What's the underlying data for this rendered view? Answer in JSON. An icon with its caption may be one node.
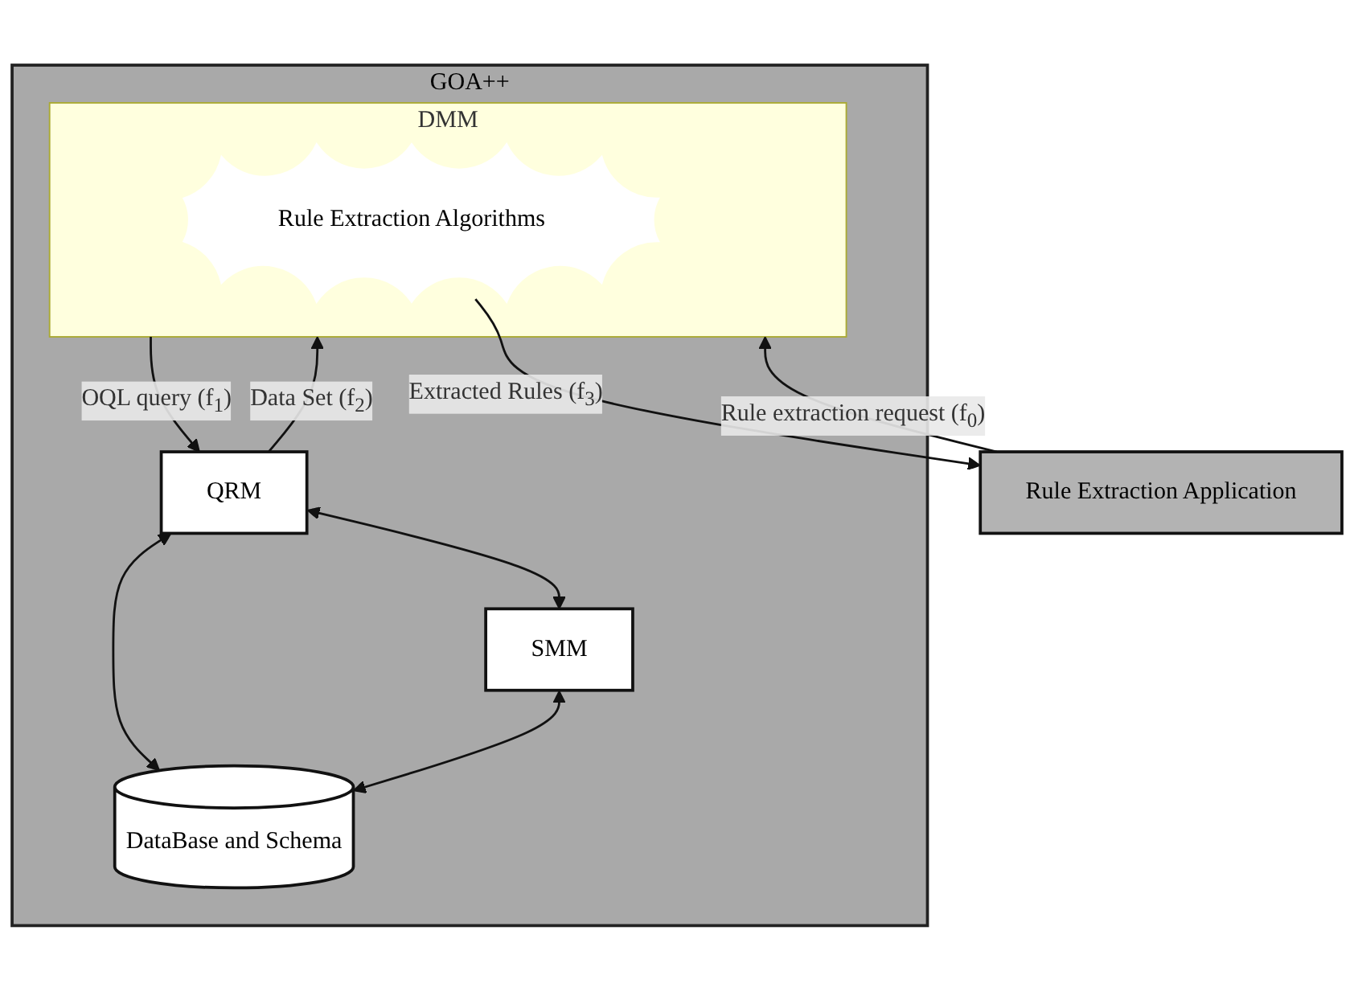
{
  "diagram": {
    "nodes": [
      {
        "text": [
          "GOA++"
        ]
      },
      {
        "text": [
          "DMM"
        ],
        "in": 0
      },
      {
        "text": [
          "Rule Extraction Algorithms"
        ],
        "in": 1
      },
      {
        "text": [
          "QRM"
        ],
        "in": 0
      },
      {
        "text": [
          "SMM"
        ],
        "in": 0
      },
      {
        "text": [
          "DataBase and Schema"
        ],
        "in": 0
      },
      {
        "text": [
          "Rule Extraction Application"
        ]
      }
    ],
    "edges": [
      {
        "from": 1,
        "to": 3,
        "arrow": "to",
        "label": "OQL query (f$_{1}$)"
      },
      {
        "from": 3,
        "to": 1,
        "arrow": "to",
        "label": "Data Set (f$_{2}$)"
      },
      {
        "from": 3,
        "to": 5,
        "arrow": "both"
      },
      {
        "from": 3,
        "to": 4,
        "arrow": "both"
      },
      {
        "from": 4,
        "to": 5,
        "arrow": "both"
      },
      {
        "from": 2,
        "to": 6,
        "arrow": "to",
        "label": "Extracted Rules (f$_{3}$)"
      },
      {
        "from": 6,
        "to": 1,
        "arrow": "to",
        "label": "Rule extraction request (f$_{0}$)"
      }
    ]
  }
}
